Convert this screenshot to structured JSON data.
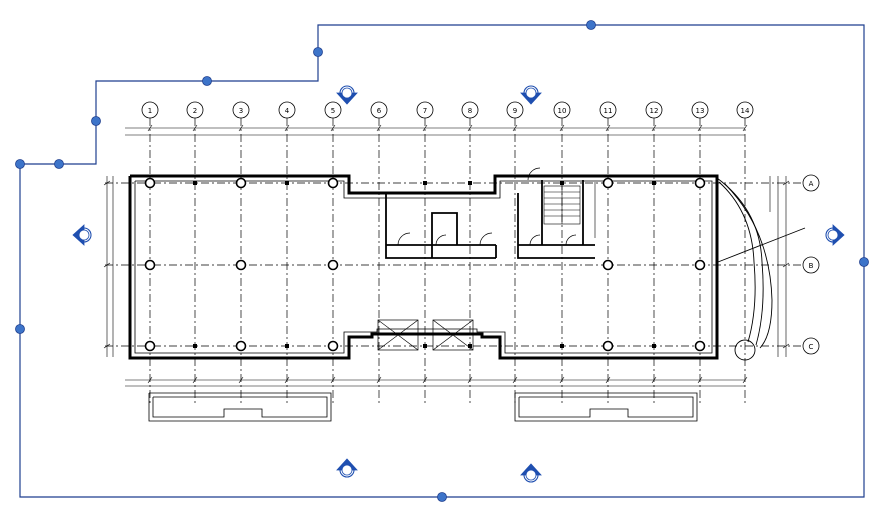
{
  "grid_columns": [
    "1",
    "2",
    "3",
    "4",
    "5",
    "6",
    "7",
    "8",
    "9",
    "10",
    "11",
    "12",
    "13",
    "14"
  ],
  "grid_rows": [
    "A",
    "B",
    "C"
  ],
  "colors": {
    "crop_boundary": "#1f3f8f",
    "handle_fill": "#3d74c9",
    "view_marker": "#1f4fb0",
    "walls": "#000000",
    "grid_lines": "#000000"
  },
  "icons": {
    "crop_handle": "circle-handle-icon",
    "elevation_marker": "elevation-marker-icon",
    "grid_bubble": "grid-bubble-icon"
  }
}
